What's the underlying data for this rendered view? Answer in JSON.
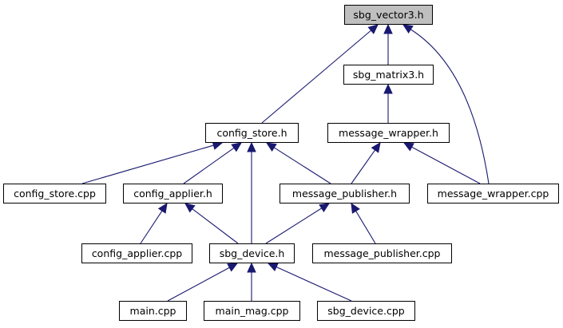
{
  "graph": {
    "nodes": {
      "sbg_vector3_h": "sbg_vector3.h",
      "sbg_matrix3_h": "sbg_matrix3.h",
      "config_store_h": "config_store.h",
      "message_wrapper_h": "message_wrapper.h",
      "config_store_cpp": "config_store.cpp",
      "config_applier_h": "config_applier.h",
      "message_publisher_h": "message_publisher.h",
      "message_wrapper_cpp": "message_wrapper.cpp",
      "config_applier_cpp": "config_applier.cpp",
      "sbg_device_h": "sbg_device.h",
      "message_publisher_cpp": "message_publisher.cpp",
      "main_cpp": "main.cpp",
      "main_mag_cpp": "main_mag.cpp",
      "sbg_device_cpp": "sbg_device.cpp"
    },
    "edges": [
      [
        "sbg_vector3_h",
        "sbg_matrix3_h"
      ],
      [
        "sbg_vector3_h",
        "config_store_h"
      ],
      [
        "sbg_vector3_h",
        "message_wrapper_cpp"
      ],
      [
        "sbg_matrix3_h",
        "message_wrapper_h"
      ],
      [
        "config_store_h",
        "config_store_cpp"
      ],
      [
        "config_store_h",
        "config_applier_h"
      ],
      [
        "config_store_h",
        "message_publisher_h"
      ],
      [
        "config_store_h",
        "sbg_device_h"
      ],
      [
        "message_wrapper_h",
        "message_publisher_h"
      ],
      [
        "message_wrapper_h",
        "message_wrapper_cpp"
      ],
      [
        "config_applier_h",
        "config_applier_cpp"
      ],
      [
        "config_applier_h",
        "sbg_device_h"
      ],
      [
        "message_publisher_h",
        "sbg_device_h"
      ],
      [
        "message_publisher_h",
        "message_publisher_cpp"
      ],
      [
        "sbg_device_h",
        "main_cpp"
      ],
      [
        "sbg_device_h",
        "main_mag_cpp"
      ],
      [
        "sbg_device_h",
        "sbg_device_cpp"
      ]
    ]
  },
  "colors": {
    "edge": "#191970",
    "node_border": "#000000",
    "root_fill": "#bfbfbf",
    "node_fill": "#ffffff"
  }
}
